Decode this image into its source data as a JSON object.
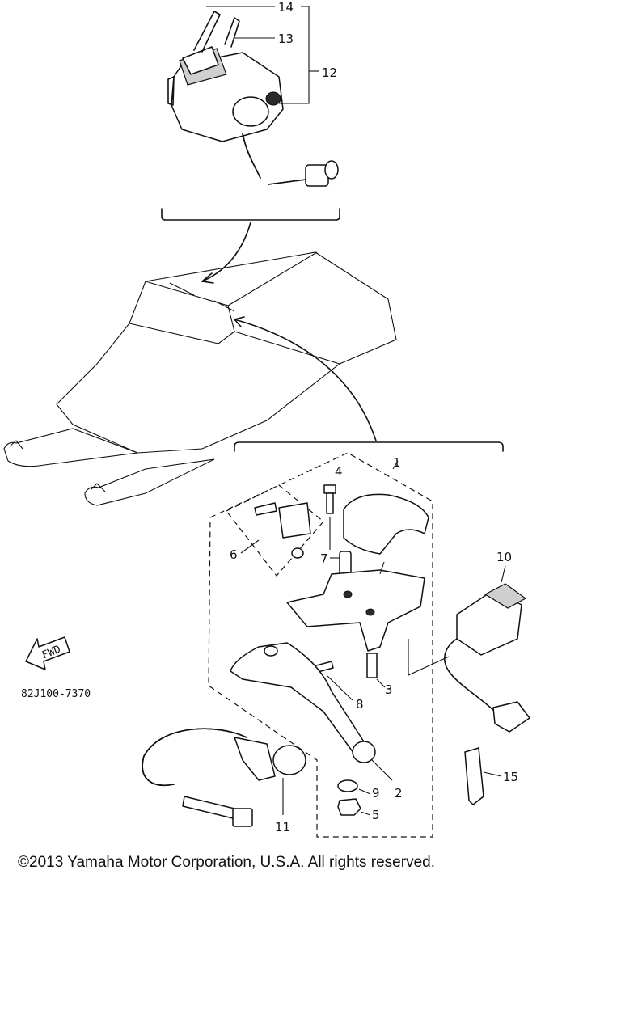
{
  "diagram": {
    "callouts": [
      "1",
      "2",
      "3",
      "4",
      "5",
      "6",
      "7",
      "8",
      "9",
      "10",
      "11",
      "12",
      "13",
      "14",
      "15"
    ],
    "part_number": "82J100-7370",
    "fwd_label": "FWD"
  },
  "footer": {
    "copyright": "©2013 Yamaha Motor Corporation, U.S.A. All rights reserved."
  }
}
